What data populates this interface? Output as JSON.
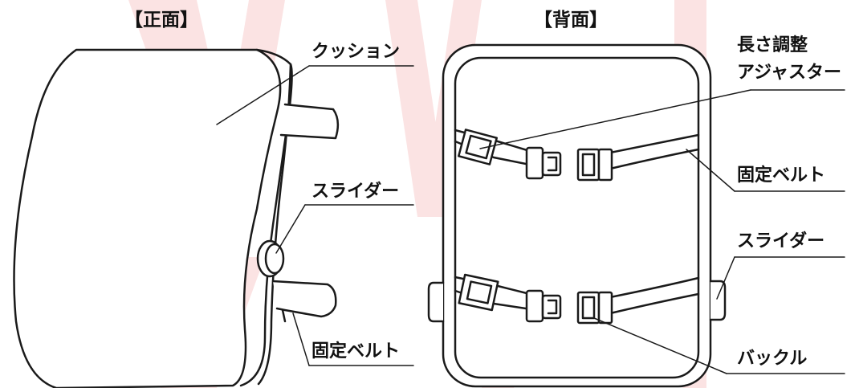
{
  "front": {
    "title": "【正面】",
    "labels": {
      "cushion": "クッション",
      "slider": "スライダー",
      "fixed_belt": "固定ベルト"
    }
  },
  "back": {
    "title": "【背面】",
    "labels": {
      "adjuster_line1": "長さ調整",
      "adjuster_line2": "アジャスター",
      "fixed_belt": "固定ベルト",
      "slider": "スライダー",
      "buckle": "バックル"
    }
  },
  "colors": {
    "line": "#1a1a1a",
    "watermark": "#fbe3e3"
  }
}
